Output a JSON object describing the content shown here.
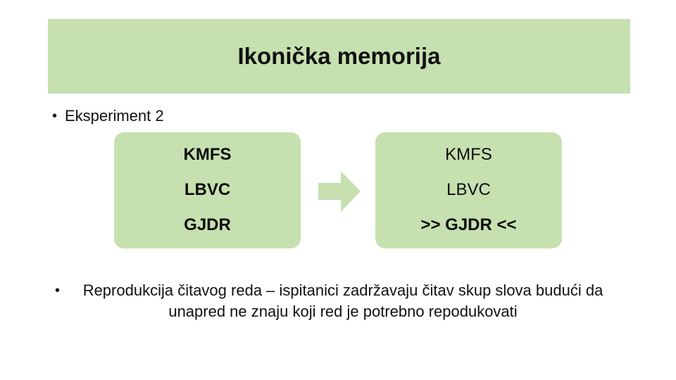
{
  "slide": {
    "title": "Ikonička memorija",
    "theme_green": "#c6e0b0",
    "text_color": "#111111"
  },
  "bullets": [
    {
      "marker": "•",
      "text": "Eksperiment 2"
    },
    {
      "marker": "•",
      "text": "Reprodukcija čitavog reda – ispitanici zadržavaju čitav skup slova budući da unapred ne znaju koji red je potrebno repodukovati"
    }
  ],
  "diagram": {
    "arrow_icon": "right-arrow-icon",
    "left_box": {
      "label": "stimulus-display",
      "rows": [
        {
          "text": "KMFS",
          "bold": true
        },
        {
          "text": "LBVC",
          "bold": true
        },
        {
          "text": "GJDR",
          "bold": true
        }
      ]
    },
    "right_box": {
      "label": "recall-response",
      "rows": [
        {
          "text": "KMFS",
          "bold": false
        },
        {
          "text": "LBVC",
          "bold": false
        },
        {
          "text": ">> GJDR <<",
          "bold": true
        }
      ]
    }
  }
}
